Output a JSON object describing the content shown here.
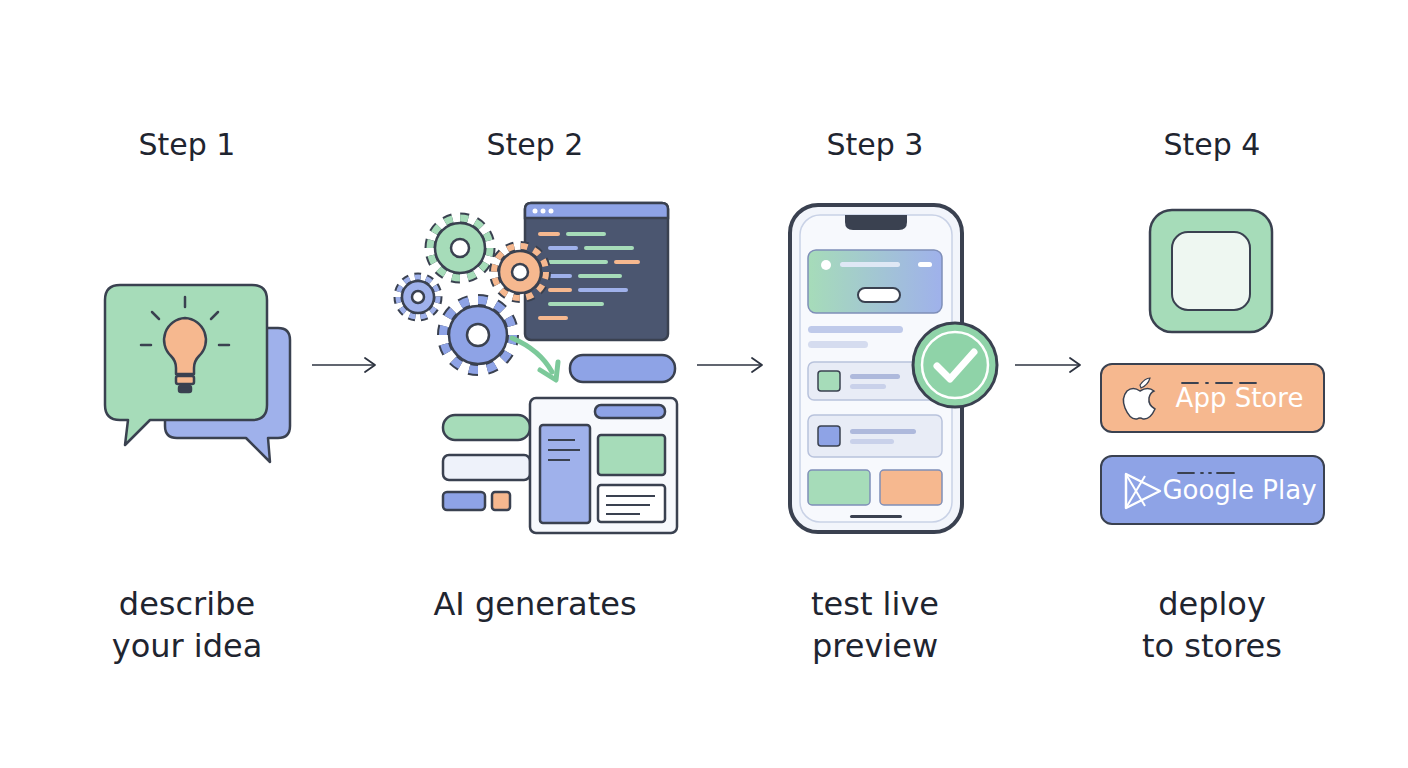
{
  "diagram": {
    "nodes": [
      {
        "text": [
          "Step 1",
          "describe your idea"
        ]
      },
      {
        "text": [
          "Step 2",
          "AI generates"
        ]
      },
      {
        "text": [
          "Step 3",
          "test live preview"
        ]
      },
      {
        "text": [
          "Step 4",
          "deploy to stores"
        ]
      },
      {
        "text": [
          "App Store"
        ],
        "in": 3
      },
      {
        "text": [
          "Google Play"
        ],
        "in": 3
      }
    ],
    "edges": [
      {
        "from": 0,
        "to": 1,
        "arrow": "to"
      },
      {
        "from": 1,
        "to": 2,
        "arrow": "to"
      },
      {
        "from": 2,
        "to": 3,
        "arrow": "to"
      }
    ]
  }
}
